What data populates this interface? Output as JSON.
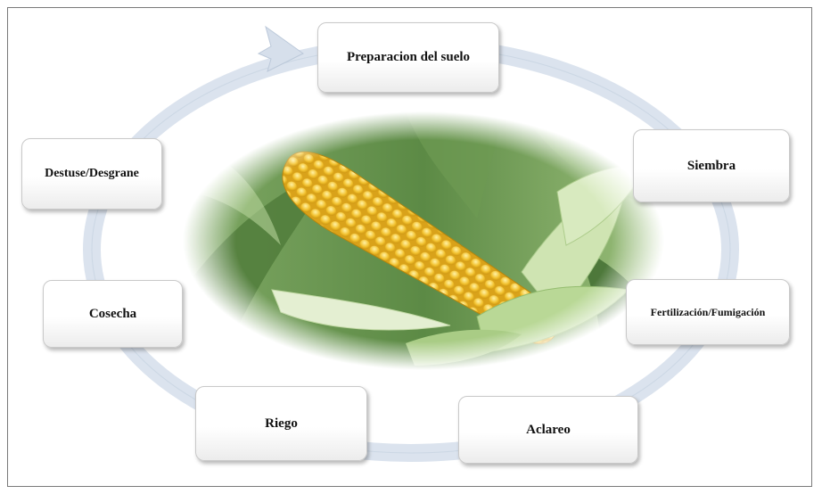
{
  "diagram": {
    "steps": [
      {
        "id": "preparacion",
        "label": "Preparacion del suelo"
      },
      {
        "id": "siembra",
        "label": "Siembra"
      },
      {
        "id": "fertilizacion",
        "label": "Fertilización/Fumigación"
      },
      {
        "id": "aclareo",
        "label": "Aclareo"
      },
      {
        "id": "riego",
        "label": "Riego"
      },
      {
        "id": "cosecha",
        "label": "Cosecha"
      },
      {
        "id": "destuse",
        "label": "Destuse/Desgrane"
      }
    ],
    "arrow_color": "#d9e2ee",
    "center_image": "corn-cob-photo"
  }
}
